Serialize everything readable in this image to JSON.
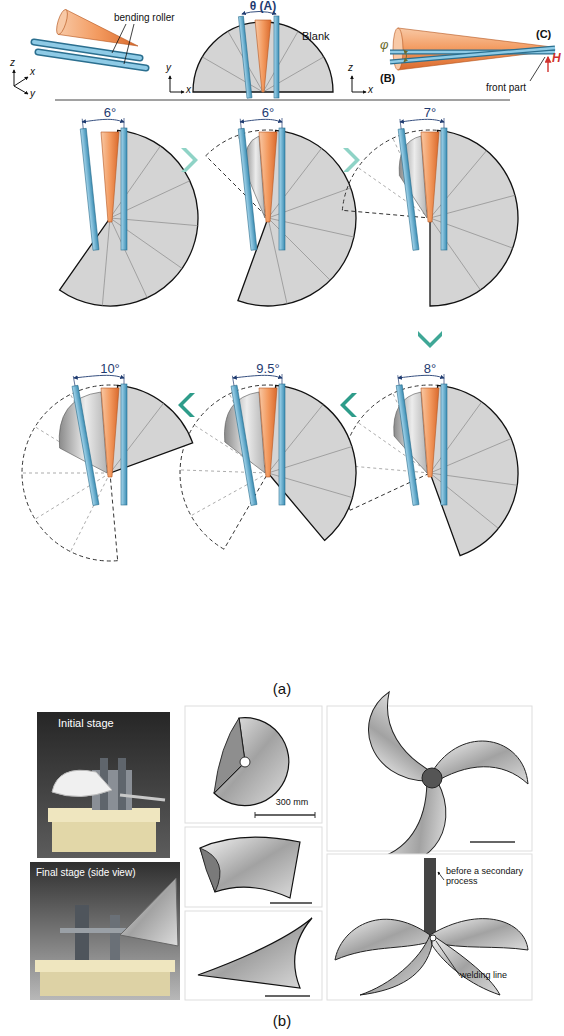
{
  "diagram": {
    "labels": [
      "bending roller",
      "z",
      "x",
      "y",
      "θ (A)",
      "Blank",
      "y",
      "x",
      "φ",
      "(B)",
      "(C)",
      "H",
      "front part",
      "z",
      "x",
      "6°",
      "6°",
      "7°",
      "8°",
      "9.5°",
      "10°",
      "(a)",
      "Initial stage",
      "Final stage (side view)",
      "300 mm",
      "before a secondary process",
      "welding line",
      "(b)"
    ]
  }
}
